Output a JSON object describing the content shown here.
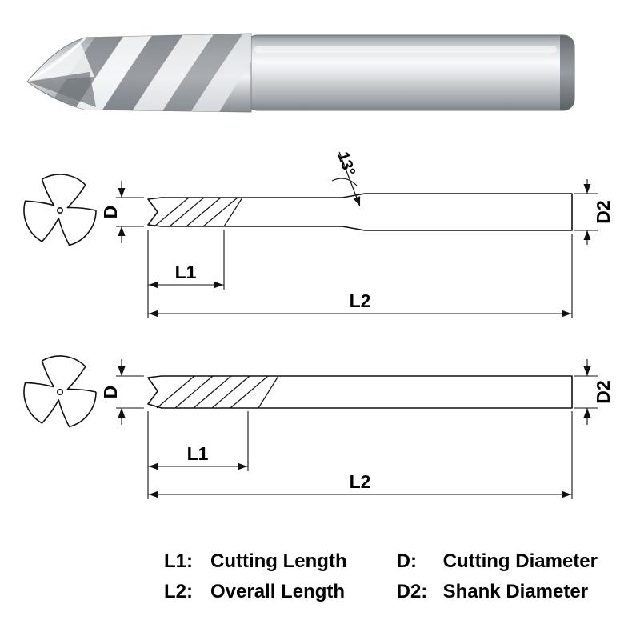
{
  "drawing": {
    "angle_label": "13°",
    "dim_d": "D",
    "dim_d2": "D2",
    "dim_l1": "L1",
    "dim_l2": "L2"
  },
  "legend": {
    "rows": [
      {
        "key": "L1:",
        "value": "Cutting Length"
      },
      {
        "key": "L2:",
        "value": "Overall Length"
      },
      {
        "key": "D:",
        "value": "Cutting Diameter"
      },
      {
        "key": "D2:",
        "value": "Shank Diameter"
      }
    ]
  },
  "colors": {
    "outline": "#111111",
    "background": "#ffffff",
    "metal_highlight": "#f4f6f7",
    "metal_mid": "#c3c7cb",
    "metal_shadow": "#84898e"
  }
}
